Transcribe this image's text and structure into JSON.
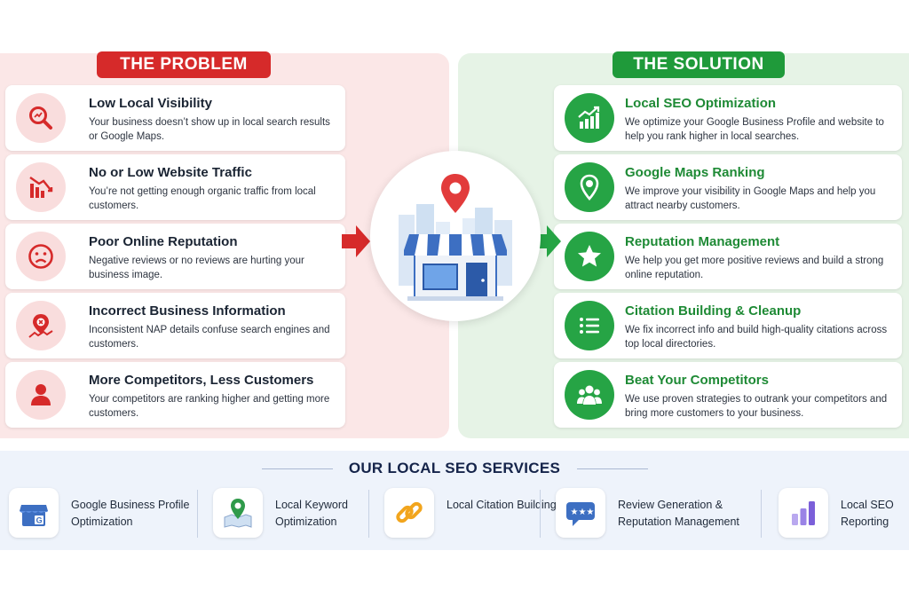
{
  "problem": {
    "banner": "THE PROBLEM",
    "items": [
      {
        "title": "Low Local Visibility",
        "desc": "Your business doesn’t show up in local search results or Google Maps.",
        "icon": "magnifier-icon"
      },
      {
        "title": "No or Low Website Traffic",
        "desc": "You’re not getting enough organic traffic from local customers.",
        "icon": "declining-chart-icon"
      },
      {
        "title": "Poor Online Reputation",
        "desc": "Negative reviews or no reviews are hurting your business image.",
        "icon": "sad-face-icon"
      },
      {
        "title": "Incorrect Business Information",
        "desc": "Inconsistent NAP details confuse search engines and customers.",
        "icon": "wrong-location-icon"
      },
      {
        "title": "More Competitors, Less Customers",
        "desc": "Your competitors are ranking higher and getting more customers.",
        "icon": "person-icon"
      }
    ]
  },
  "solution": {
    "banner": "THE SOLUTION",
    "items": [
      {
        "title": "Local SEO Optimization",
        "desc": "We optimize your Google Business Profile and website to help you rank higher in local searches.",
        "icon": "growth-chart-icon"
      },
      {
        "title": "Google Maps Ranking",
        "desc": "We improve your visibility in Google Maps and help you attract nearby customers.",
        "icon": "map-pin-icon"
      },
      {
        "title": "Reputation Management",
        "desc": "We help you get more positive reviews and build a strong online reputation.",
        "icon": "star-icon"
      },
      {
        "title": "Citation Building & Cleanup",
        "desc": "We fix incorrect info and build high-quality citations across top local directories.",
        "icon": "list-icon"
      },
      {
        "title": "Beat Your Competitors",
        "desc": "We use proven strategies to outrank your competitors and bring more customers to your business.",
        "icon": "group-icon"
      }
    ]
  },
  "services": {
    "title": "OUR LOCAL SEO SERVICES",
    "items": [
      {
        "label": "Google Business Profile Optimization",
        "icon": "google-business-icon"
      },
      {
        "label": "Local Keyword Optimization",
        "icon": "map-keyword-icon"
      },
      {
        "label": "Local Citation Building",
        "icon": "chain-link-icon"
      },
      {
        "label": "Review Generation & Reputation Management",
        "icon": "review-bubble-icon"
      },
      {
        "label": "Local SEO Reporting",
        "icon": "bar-report-icon"
      }
    ]
  },
  "colors": {
    "problem_red": "#d62a2a",
    "solution_green": "#1f9a3a",
    "problem_bg": "#fbe7e7",
    "solution_bg": "#e6f3e6",
    "services_bg": "#eef3fb"
  }
}
